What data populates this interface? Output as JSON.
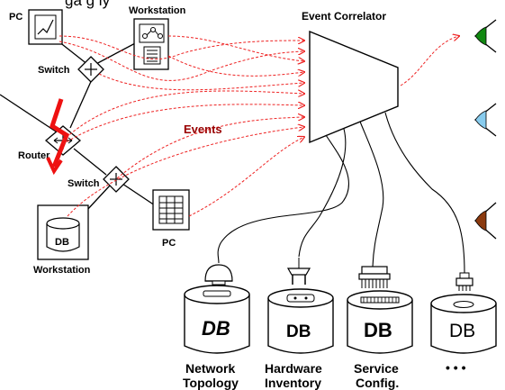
{
  "header_fragment": "ga g     ly",
  "correlator": {
    "title": "Event Correlator"
  },
  "events_label": "Events",
  "network": {
    "pc_top": "PC",
    "workstation_top": "Workstation",
    "switch_top": "Switch",
    "router": "Router",
    "switch_bottom": "Switch",
    "pc_bottom": "PC",
    "workstation_bottom": "Workstation",
    "workstation_db": "DB"
  },
  "databases": [
    {
      "glyph": "DB",
      "label_line1": "Network",
      "label_line2": "Topology"
    },
    {
      "glyph": "DB",
      "label_line1": "Hardware",
      "label_line2": "Inventory"
    },
    {
      "glyph": "DB",
      "label_line1": "Service",
      "label_line2": "Config."
    },
    {
      "glyph": "DB",
      "label_line1": "",
      "label_line2": ""
    }
  ],
  "more_indicator": "• • •",
  "colors": {
    "event_lines": "#ee2222",
    "events_label": "#990000",
    "lightning": "#ee1111",
    "eye_green": "#118811",
    "eye_blue": "#88ccee",
    "eye_brown": "#8b3a0f"
  }
}
